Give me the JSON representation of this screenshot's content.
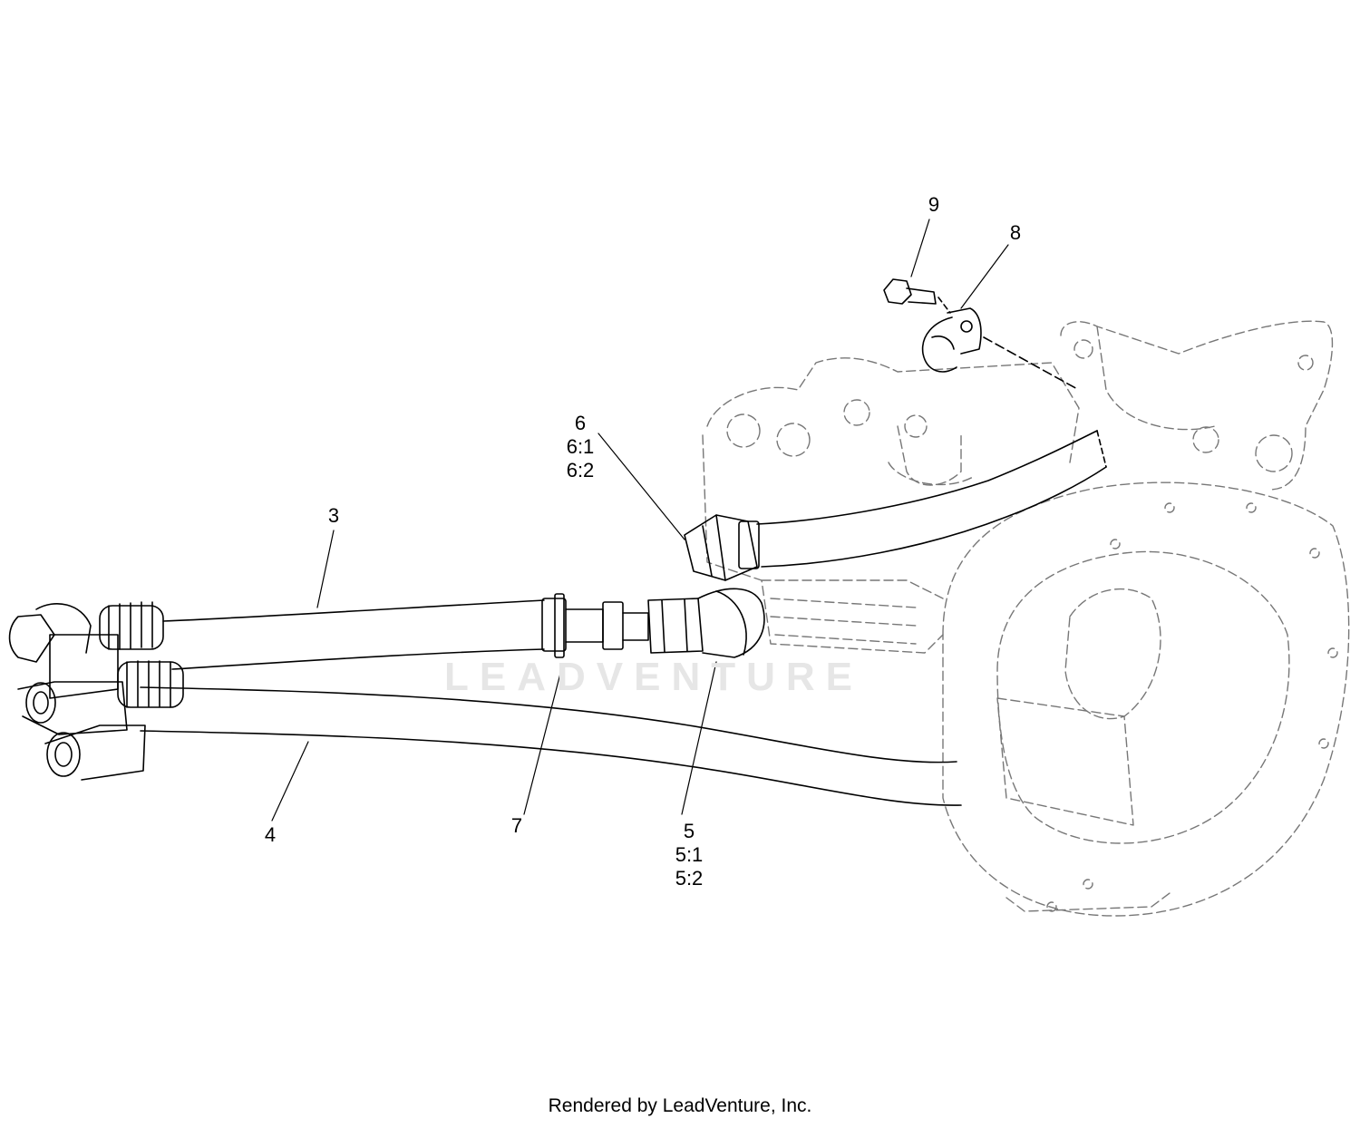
{
  "watermark": {
    "text": "LEADVENTURE"
  },
  "callouts": [
    {
      "id": "3",
      "lines": [
        "3"
      ]
    },
    {
      "id": "4",
      "lines": [
        "4"
      ]
    },
    {
      "id": "5",
      "lines": [
        "5",
        "5:1",
        "5:2"
      ]
    },
    {
      "id": "6",
      "lines": [
        "6",
        "6:1",
        "6:2"
      ]
    },
    {
      "id": "7",
      "lines": [
        "7"
      ]
    },
    {
      "id": "8",
      "lines": [
        "8"
      ]
    },
    {
      "id": "9",
      "lines": [
        "9"
      ]
    }
  ],
  "footer": {
    "text": "Rendered by LeadVenture, Inc."
  }
}
